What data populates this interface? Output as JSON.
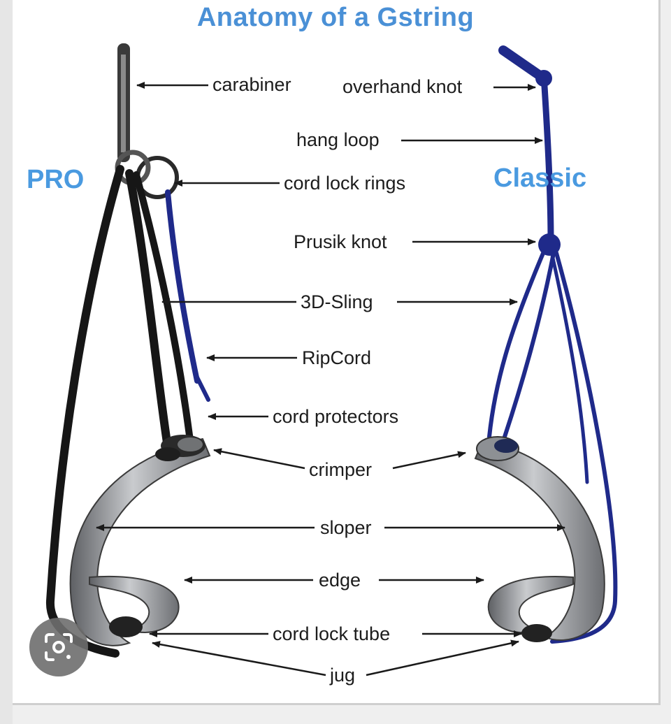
{
  "title": "Anatomy of a Gstring",
  "pro_label": "PRO",
  "classic_label": "Classic",
  "labels": {
    "carabiner": "carabiner",
    "overhand_knot": "overhand knot",
    "hang_loop": "hang loop",
    "cord_lock_rings": "cord lock rings",
    "prusik_knot": "Prusik knot",
    "sling_3d": "3D-Sling",
    "ripcord": "RipCord",
    "cord_protectors": "cord protectors",
    "crimper": "crimper",
    "sloper": "sloper",
    "edge": "edge",
    "cord_lock_tube": "cord lock tube",
    "jug": "jug"
  },
  "colors": {
    "title": "#4a90d6",
    "cord_blue": "#1f2a8a",
    "strap": "#1a1a1a",
    "metal": "#9ea0a4"
  },
  "overlay": {
    "icon": "visual-search-lens-icon"
  }
}
